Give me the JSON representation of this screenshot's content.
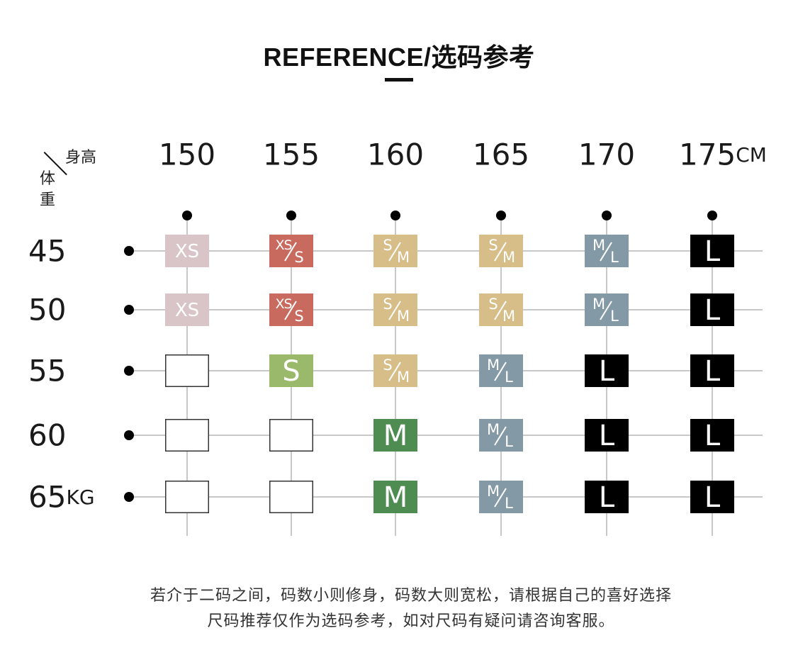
{
  "title": "REFERENCE/选码参考",
  "corner": {
    "height_label": "身高",
    "weight_label": "体重"
  },
  "footnote": [
    "若介于二码之间，码数小则修身，码数大则宽松，请根据自己的喜好选择",
    "尺码推荐仅作为选码参考，如对尺码有疑问请咨询客服。"
  ],
  "colors": {
    "XS": "#d9c5c8",
    "XS/S": "#c86a5e",
    "S": "#9ab96a",
    "S/M": "#d7bd87",
    "M": "#4f8c51",
    "M/L": "#8499a6",
    "L": "#000000",
    "empty": "#ffffff",
    "grid": "#b5b5b5"
  },
  "chart_data": {
    "type": "table",
    "columns": [
      "150",
      "155",
      "160",
      "165",
      "170",
      "175"
    ],
    "column_unit": "CM",
    "rows": [
      "45",
      "50",
      "55",
      "60",
      "65"
    ],
    "row_unit": "KG",
    "cells": [
      [
        "XS",
        "XS/S",
        "S/M",
        "S/M",
        "M/L",
        "L"
      ],
      [
        "XS",
        "XS/S",
        "S/M",
        "S/M",
        "M/L",
        "L"
      ],
      [
        "",
        "S",
        "S/M",
        "M/L",
        "L",
        "L"
      ],
      [
        "",
        "",
        "M",
        "M/L",
        "L",
        "L"
      ],
      [
        "",
        "",
        "M",
        "M/L",
        "L",
        "L"
      ]
    ]
  }
}
